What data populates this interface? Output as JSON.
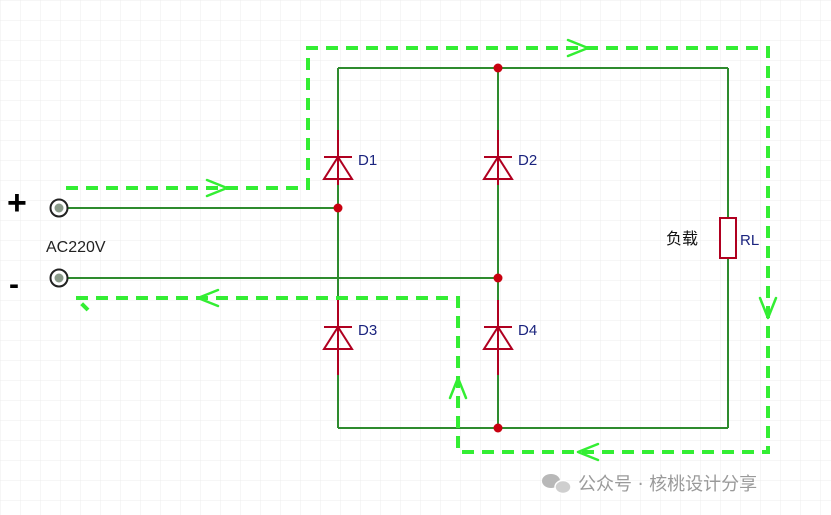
{
  "diagram": {
    "terminals": {
      "plus_sign": "+",
      "minus_sign": "-",
      "source_label": "AC220V"
    },
    "components": {
      "d1": "D1",
      "d2": "D2",
      "d3": "D3",
      "d4": "D4",
      "load_label": "负载",
      "resistor_label": "RL"
    },
    "watermark": {
      "text": "公众号 · 核桃设计分享",
      "icon": "wechat-icon"
    }
  },
  "colors": {
    "wire": "#2e8b2e",
    "diode": "#b00020",
    "node": "#c8000f",
    "current_path": "#33ee33",
    "label": "#1a237e",
    "grid": "#ececec"
  }
}
